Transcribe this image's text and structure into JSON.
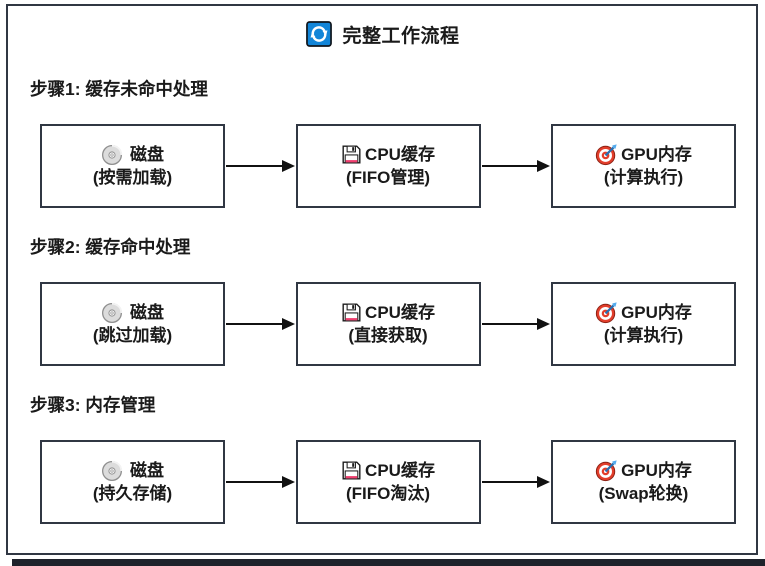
{
  "title": {
    "text": "完整工作流程",
    "icon": "refresh-icon"
  },
  "colors": {
    "frame_border": "#303743",
    "node_border": "#303743",
    "arrow": "#111111",
    "title_icon_blue": "#1285d8",
    "target_red": "#e23e2b",
    "floppy_pink": "#ef3e6e",
    "bottom_bar": "#1e222b",
    "text": "#1a1a1a"
  },
  "steps": [
    {
      "label": "步骤1: 缓存未命中处理",
      "nodes": [
        {
          "icon": "cd-disk-icon",
          "title": "磁盘",
          "subtitle": "(按需加载)"
        },
        {
          "icon": "floppy-disk-icon",
          "title": "CPU缓存",
          "subtitle": "(FIFO管理)"
        },
        {
          "icon": "dart-target-icon",
          "title": "GPU内存",
          "subtitle": "(计算执行)"
        }
      ]
    },
    {
      "label": "步骤2: 缓存命中处理",
      "nodes": [
        {
          "icon": "cd-disk-icon",
          "title": "磁盘",
          "subtitle": "(跳过加载)"
        },
        {
          "icon": "floppy-disk-icon",
          "title": "CPU缓存",
          "subtitle": "(直接获取)"
        },
        {
          "icon": "dart-target-icon",
          "title": "GPU内存",
          "subtitle": "(计算执行)"
        }
      ]
    },
    {
      "label": "步骤3: 内存管理",
      "nodes": [
        {
          "icon": "cd-disk-icon",
          "title": "磁盘",
          "subtitle": "(持久存储)"
        },
        {
          "icon": "floppy-disk-icon",
          "title": "CPU缓存",
          "subtitle": "(FIFO淘汰)"
        },
        {
          "icon": "dart-target-icon",
          "title": "GPU内存",
          "subtitle": "(Swap轮换)"
        }
      ]
    }
  ]
}
